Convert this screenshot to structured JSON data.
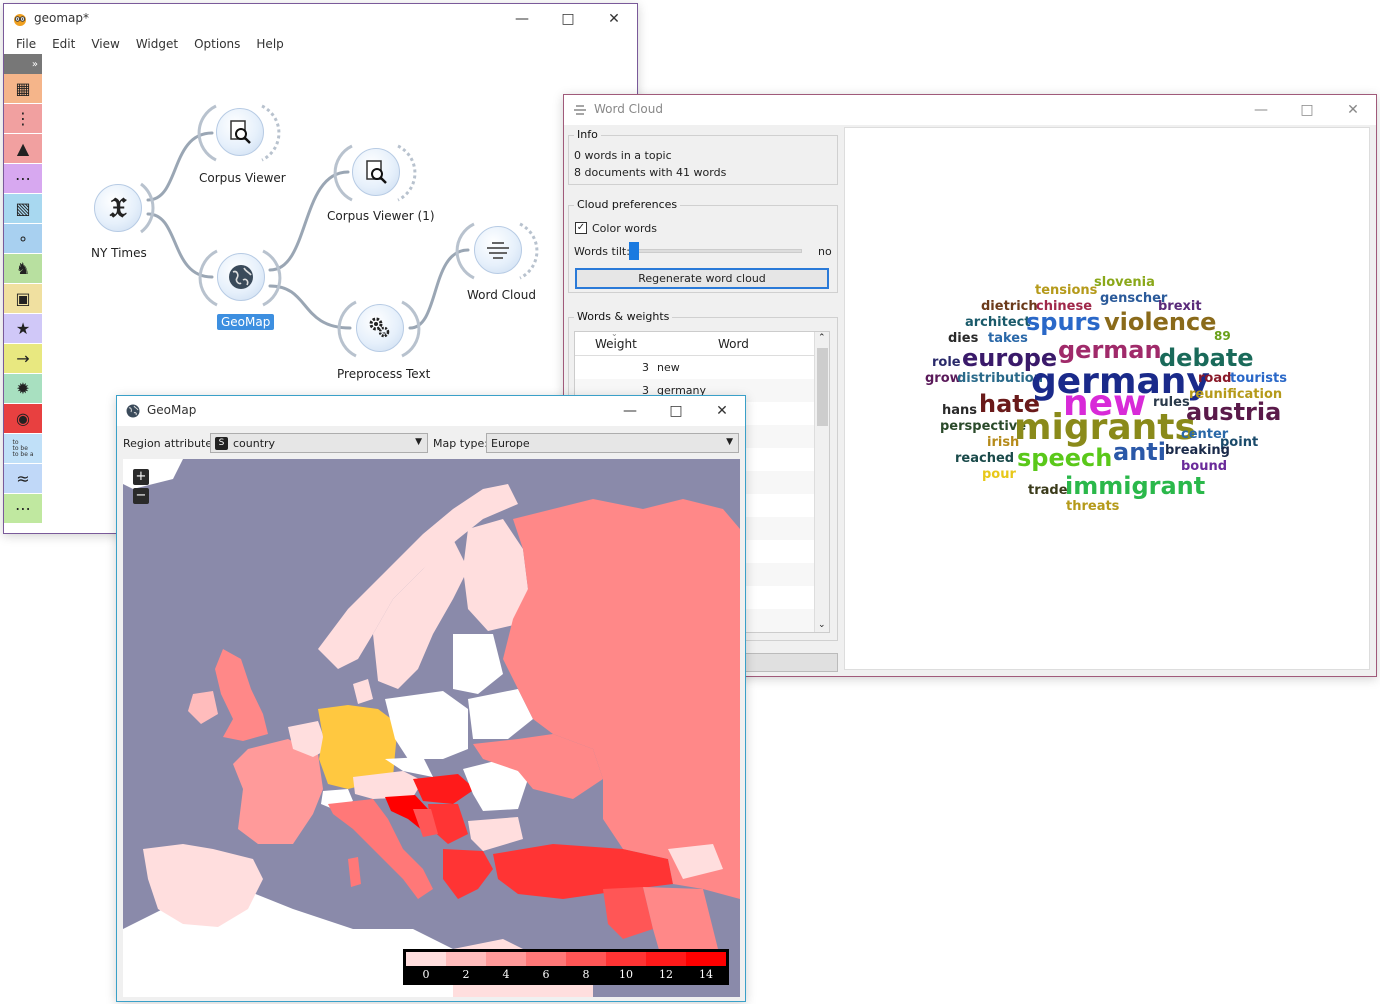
{
  "orange": {
    "title": "geomap*",
    "menu": [
      "File",
      "Edit",
      "View",
      "Widget",
      "Options",
      "Help"
    ],
    "nodes": {
      "nytimes": "NY Times",
      "corpus_viewer": "Corpus Viewer",
      "corpus_viewer_1": "Corpus Viewer (1)",
      "geomap": "GeoMap",
      "preprocess": "Preprocess Text",
      "word_cloud": "Word Cloud"
    },
    "toolbox_icons": [
      "table-icon",
      "scatter-icon",
      "tree-icon",
      "sieve-icon",
      "grid-icon",
      "dots-icon",
      "hierarchy-icon",
      "image-icon",
      "star-icon",
      "arrows-icon",
      "network-icon",
      "graduation-icon",
      "text-icon",
      "line-icon",
      "scatter-green-icon"
    ],
    "toolbox_colors": [
      "#f5b58a",
      "#f1a0a0",
      "#f1a0a0",
      "#d7a8f0",
      "#a8d8f0",
      "#a8d0f0",
      "#b8e0a0",
      "#f0e0a0",
      "#d0c8f8",
      "#e8e880",
      "#a8e0c0",
      "#e84040",
      "#c0e0f8",
      "#c0d8f8",
      "#c0e8a0"
    ],
    "toolbox_text_icon_lines": [
      "to",
      "to be",
      "to be a"
    ]
  },
  "wordcloud": {
    "title": "Word Cloud",
    "info": {
      "title": "Info",
      "line1": "0 words in a topic",
      "line2": "8 documents with 41 words"
    },
    "prefs": {
      "title": "Cloud preferences",
      "color_words": "Color words",
      "tilt_label": "Words tilt:",
      "tilt_value": "no",
      "regenerate": "Regenerate word cloud"
    },
    "weights": {
      "title": "Words & weights",
      "col_weight": "Weight",
      "col_word": "Word",
      "rows": [
        {
          "weight": "3",
          "word": "new"
        },
        {
          "weight": "3",
          "word": "germany"
        }
      ]
    },
    "words": [
      {
        "text": "tensions",
        "color": "#b59a1a",
        "size": 13
      },
      {
        "text": "slovenia",
        "color": "#8aa81a",
        "size": 13
      },
      {
        "text": "dietrich",
        "color": "#6b3a1a",
        "size": 13
      },
      {
        "text": "chinese",
        "color": "#a0284a",
        "size": 13
      },
      {
        "text": "genscher",
        "color": "#2a5a9a",
        "size": 13
      },
      {
        "text": "brexit",
        "color": "#5a2a7a",
        "size": 13
      },
      {
        "text": "architect",
        "color": "#1a5a6a",
        "size": 13
      },
      {
        "text": "spurs",
        "color": "#2a68c8",
        "size": 24
      },
      {
        "text": "violence",
        "color": "#8a6a1a",
        "size": 24
      },
      {
        "text": "89",
        "color": "#6aa01a",
        "size": 12
      },
      {
        "text": "dies",
        "color": "#2a2a2a",
        "size": 13
      },
      {
        "text": "takes",
        "color": "#2a68a8",
        "size": 13
      },
      {
        "text": "german",
        "color": "#a02a6a",
        "size": 24
      },
      {
        "text": "role",
        "color": "#2a2a6a",
        "size": 13
      },
      {
        "text": "europe",
        "color": "#3a1a6a",
        "size": 24
      },
      {
        "text": "debate",
        "color": "#1a6a5a",
        "size": 24
      },
      {
        "text": "grow",
        "color": "#5a1a5a",
        "size": 13
      },
      {
        "text": "distribution",
        "color": "#2a6a8a",
        "size": 13
      },
      {
        "text": "germany",
        "color": "#1a2a8a",
        "size": 36
      },
      {
        "text": "road",
        "color": "#8a1a2a",
        "size": 13
      },
      {
        "text": "tourists",
        "color": "#2a68c8",
        "size": 13
      },
      {
        "text": "reunification",
        "color": "#b59a1a",
        "size": 13
      },
      {
        "text": "hans",
        "color": "#2a2a2a",
        "size": 13
      },
      {
        "text": "hate",
        "color": "#6a1a1a",
        "size": 24
      },
      {
        "text": "new",
        "color": "#d82ad8",
        "size": 36
      },
      {
        "text": "rules",
        "color": "#2a3a4a",
        "size": 13
      },
      {
        "text": "austria",
        "color": "#5a1a4a",
        "size": 24
      },
      {
        "text": "perspective",
        "color": "#2a4a2a",
        "size": 13
      },
      {
        "text": "migrants",
        "color": "#8a8a1a",
        "size": 36
      },
      {
        "text": "center",
        "color": "#2a68a8",
        "size": 13
      },
      {
        "text": "irish",
        "color": "#b58a1a",
        "size": 13
      },
      {
        "text": "point",
        "color": "#1a4a6a",
        "size": 13
      },
      {
        "text": "reached",
        "color": "#1a4a4a",
        "size": 13
      },
      {
        "text": "speech",
        "color": "#5ac81a",
        "size": 24
      },
      {
        "text": "anti",
        "color": "#2a58a8",
        "size": 24
      },
      {
        "text": "breaking",
        "color": "#1a2a4a",
        "size": 13
      },
      {
        "text": "bound",
        "color": "#6a2a9a",
        "size": 13
      },
      {
        "text": "pour",
        "color": "#e8c81a",
        "size": 13
      },
      {
        "text": "trade",
        "color": "#3a3a1a",
        "size": 13
      },
      {
        "text": "immigrant",
        "color": "#2ab84a",
        "size": 24
      },
      {
        "text": "threats",
        "color": "#b59a1a",
        "size": 13
      }
    ]
  },
  "geomap": {
    "title": "GeoMap",
    "region_label": "Region attribute:",
    "region_value": "country",
    "region_type_badge": "S",
    "maptype_label": "Map type:",
    "maptype_value": "Europe",
    "zoom_in": "+",
    "zoom_out": "−",
    "legend_ticks": [
      "0",
      "2",
      "4",
      "6",
      "8",
      "10",
      "12",
      "14"
    ],
    "legend_colors": [
      "#ffdede",
      "#ffbcbc",
      "#ff9a9a",
      "#ff7878",
      "#ff5656",
      "#ff3434",
      "#ff1a1a",
      "#ff0000"
    ],
    "colors": {
      "sea": "#8a8aaa",
      "no_data": "#ffffff",
      "germany": "#ffc840",
      "accent_selected": "#3d8fe0"
    }
  }
}
